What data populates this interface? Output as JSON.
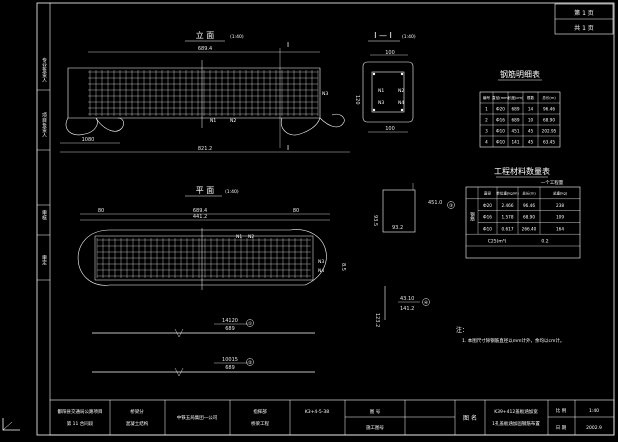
{
  "sheet": {
    "page_no": "第 1 页",
    "page_total": "共 1 页",
    "side_stamp": [
      "专业负责人",
      "项目负责人",
      "审核",
      "审定"
    ],
    "title_block": {
      "org_line1": "鄱阳县交通局公路项目",
      "org_line2": "第 11 合同段",
      "designer": "桥梁分",
      "project_line2": "混凝土结构",
      "engineer": "中铁五局集团一公司",
      "reviewer": "指挥部",
      "project_line3": "桥梁工程",
      "drawing_no": "K3+4-5-38",
      "drawing_label": "图 号",
      "date_label": "施工图号",
      "drawing_title1": "K39+412盖板涵加宽",
      "drawing_title2": "1孔盖板涵加固钢筋布置",
      "scale_label": "比 例",
      "scale": "1:40",
      "date_label2": "日 期",
      "date": "2002.9"
    }
  },
  "elevation": {
    "title": "立 面",
    "scale": "(1:40)",
    "dims": {
      "top": "689.4",
      "bottom": "821.2",
      "left": "1080"
    },
    "section_mark": "I",
    "labels": [
      "N1",
      "N2",
      "N3"
    ]
  },
  "plan": {
    "title": "平 面",
    "scale": "(1:40)",
    "dims": {
      "top": "689.4",
      "top2": "441.2",
      "left": "80",
      "right": "80"
    },
    "labels": [
      "N1",
      "N2",
      "N3",
      "N4"
    ],
    "side_dim": "8.5"
  },
  "section": {
    "title": "I — I",
    "scale": "(1:40)",
    "dims": {
      "top": "100",
      "bottom": "100",
      "height": "120"
    },
    "labels": [
      "N1",
      "N2",
      "N3",
      "N4"
    ]
  },
  "rebar_table": {
    "title": "钢筋明细表",
    "headers": [
      "编号",
      "直径(mm)",
      "长度(cm)",
      "根数",
      "总长(m)"
    ],
    "rows": [
      [
        "1",
        "Ф20",
        "689",
        "14",
        "96.46"
      ],
      [
        "2",
        "Ф16",
        "689",
        "10",
        "68.90"
      ],
      [
        "3",
        "Ф10",
        "451",
        "45",
        "202.95"
      ],
      [
        "4",
        "Ф10",
        "141",
        "45",
        "63.45"
      ]
    ]
  },
  "qty_table": {
    "title": "工程材料数量表",
    "note": "一个工程量",
    "headers": [
      "",
      "直径",
      "单位重(kg/m)",
      "总长(m)",
      "总重(kg)"
    ],
    "group_label": "钢筋",
    "rows": [
      [
        "Ф20",
        "2.466",
        "96.46",
        "238"
      ],
      [
        "Ф16",
        "1.578",
        "68.90",
        "109"
      ],
      [
        "Ф10",
        "0.617",
        "266.40",
        "164"
      ]
    ],
    "concrete": [
      "C25(m³)",
      "0.2"
    ]
  },
  "shapes": {
    "n3_label": "③",
    "n3_dims": [
      "451.0",
      "93.5",
      "93.2"
    ],
    "n4_label": "④",
    "n4_dims": [
      "43.10",
      "141.2",
      "123.2"
    ]
  },
  "bars": {
    "n1_label": "①",
    "n1_dims": [
      "14120",
      "689"
    ],
    "n2_label": "②",
    "n2_dims": [
      "10015",
      "689"
    ]
  },
  "notes": {
    "head": "注：",
    "line1": "1. 本图尺寸除钢筋直径以mm计外，余均以cm计。"
  }
}
